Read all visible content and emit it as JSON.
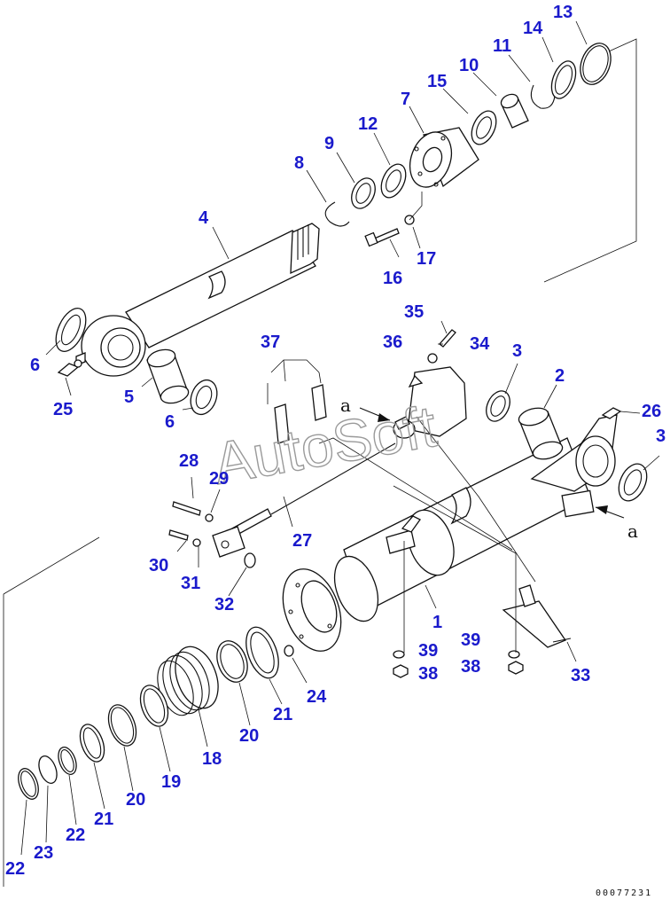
{
  "title": "",
  "watermark": "AutoSoft",
  "drawing_code": "00077231",
  "view_marker": "a",
  "callouts": {
    "c1": "1",
    "c2": "2",
    "c3a": "3",
    "c3b": "3",
    "c4": "4",
    "c5": "5",
    "c6a": "6",
    "c6b": "6",
    "c7": "7",
    "c8": "8",
    "c9": "9",
    "c10": "10",
    "c11": "11",
    "c12": "12",
    "c13": "13",
    "c14": "14",
    "c15": "15",
    "c16": "16",
    "c17": "17",
    "c18": "18",
    "c19": "19",
    "c20a": "20",
    "c20b": "20",
    "c21a": "21",
    "c21b": "21",
    "c22a": "22",
    "c22b": "22",
    "c23": "23",
    "c24": "24",
    "c25": "25",
    "c26": "26",
    "c27": "27",
    "c28": "28",
    "c29": "29",
    "c30": "30",
    "c31": "31",
    "c32": "32",
    "c33": "33",
    "c34": "34",
    "c35": "35",
    "c36": "36",
    "c37": "37",
    "c38a": "38",
    "c38b": "38",
    "c39a": "39",
    "c39b": "39"
  }
}
